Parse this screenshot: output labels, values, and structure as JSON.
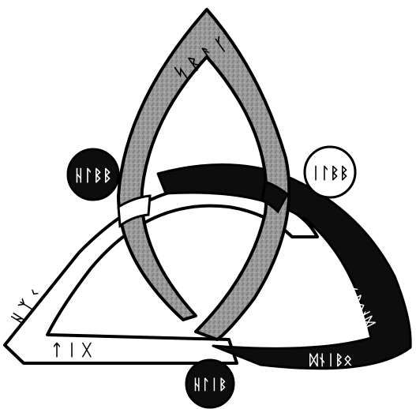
{
  "figure": {
    "colors": {
      "grey_band": "#9b9b9b",
      "grey_speckle": "#6e6e6e",
      "black_band": "#0d0d0d",
      "white_band": "#ffffff",
      "outline": "#000000"
    },
    "grey_loop_runes": "ᛋ ᛒ ᚨ ᚴ",
    "white_loop_runes_a": "ᚺ ᛉ ᚲ",
    "white_loop_runes_b": "ᛏ ᛁ ᚷ",
    "black_loop_runes_a": "ᛊᛒᛟᚾᛞ",
    "black_loop_runes_b": "ᛞᚾᛁᛒᛟ",
    "circles": {
      "left_label": "ᚺᛚᛒᛒ",
      "right_label": "ᛁᛚᛒᛒ",
      "bottom_label": "ᚺᛚᛁᛒ"
    }
  }
}
